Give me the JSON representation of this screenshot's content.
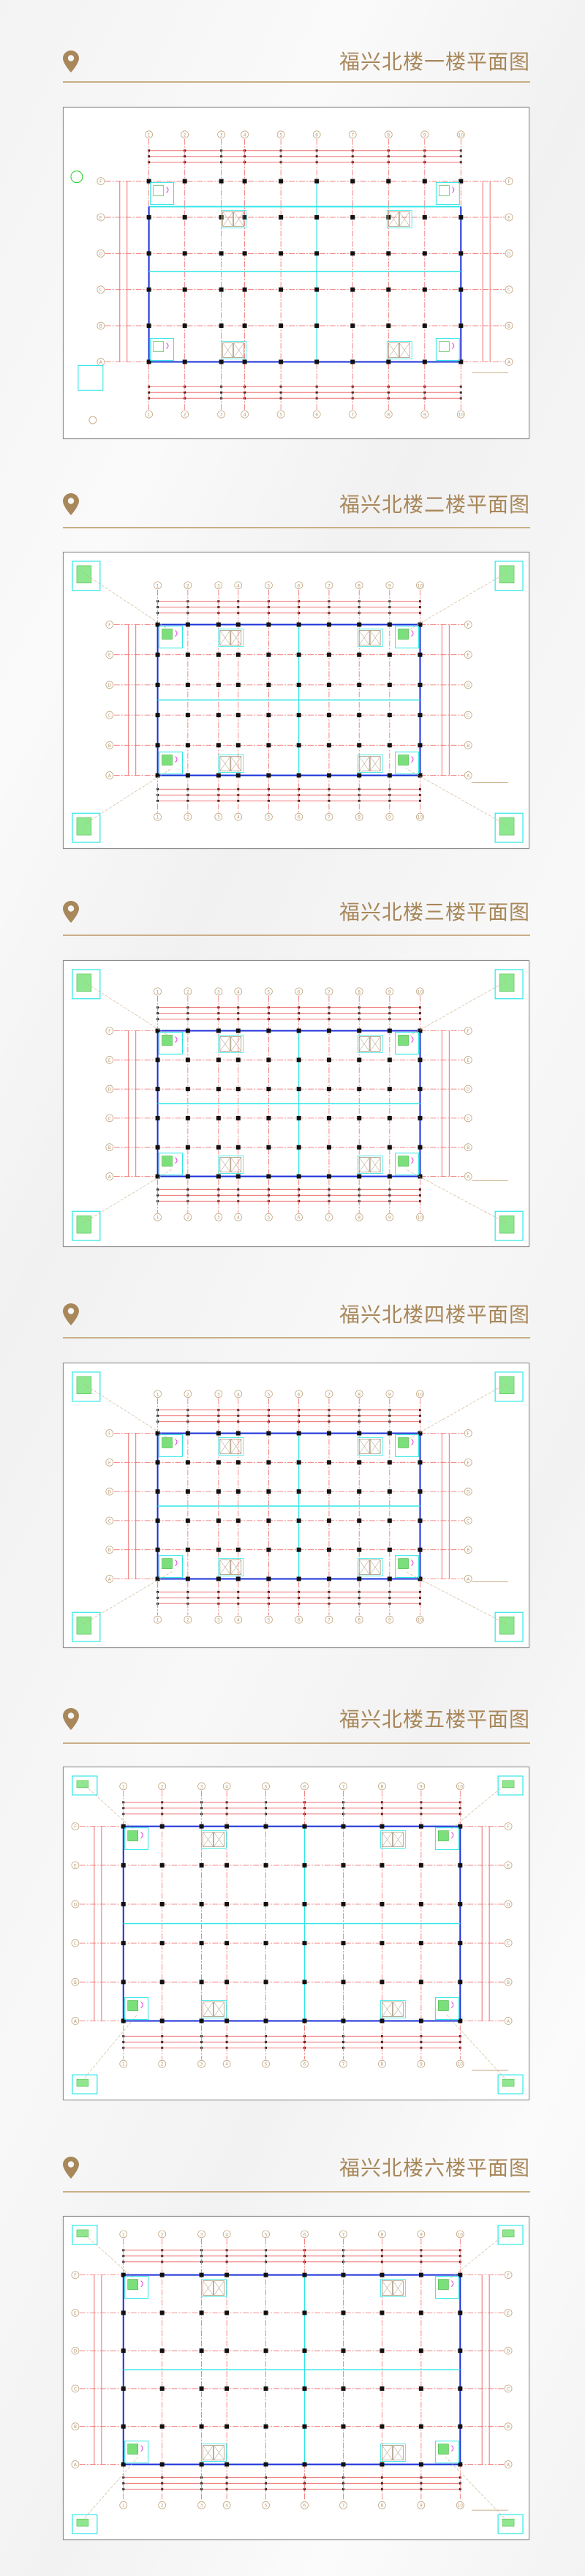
{
  "accent_color": "#a8875a",
  "sections": [
    {
      "title": "福兴北楼一楼平面图",
      "icon": "location-pin-icon"
    },
    {
      "title": "福兴北楼二楼平面图",
      "icon": "location-pin-icon"
    },
    {
      "title": "福兴北楼三楼平面图",
      "icon": "location-pin-icon"
    },
    {
      "title": "福兴北楼四楼平面图",
      "icon": "location-pin-icon"
    },
    {
      "title": "福兴北楼五楼平面图",
      "icon": "location-pin-icon"
    },
    {
      "title": "福兴北楼六楼平面图",
      "icon": "location-pin-icon"
    }
  ],
  "plan": {
    "axis_columns": [
      "1",
      "2",
      "3",
      "4",
      "5",
      "6",
      "7",
      "8",
      "9",
      "10"
    ],
    "axis_rows": [
      "F",
      "E",
      "D",
      "C",
      "B",
      "A"
    ]
  }
}
